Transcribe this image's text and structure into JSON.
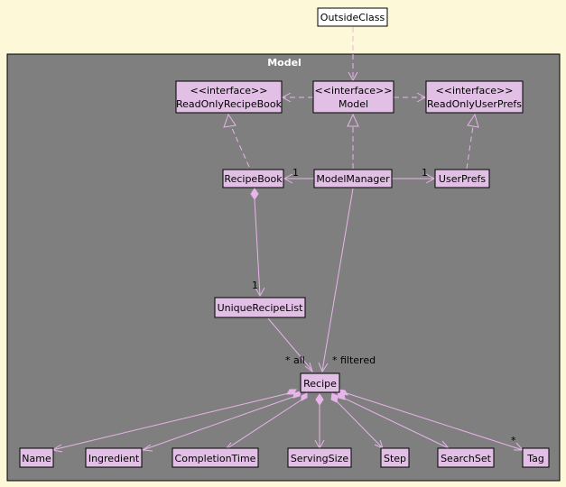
{
  "package": {
    "title": "Model"
  },
  "outside": {
    "name": "OutsideClass"
  },
  "interfaces": {
    "readonly_recipe_book": {
      "stereotype": "<<interface>>",
      "name": "ReadOnlyRecipeBook"
    },
    "model": {
      "stereotype": "<<interface>>",
      "name": "Model"
    },
    "readonly_user_prefs": {
      "stereotype": "<<interface>>",
      "name": "ReadOnlyUserPrefs"
    }
  },
  "classes": {
    "recipe_book": "RecipeBook",
    "model_manager": "ModelManager",
    "user_prefs": "UserPrefs",
    "unique_recipe_list": "UniqueRecipeList",
    "recipe": "Recipe"
  },
  "components": [
    "Name",
    "Ingredient",
    "CompletionTime",
    "ServingSize",
    "Step",
    "SearchSet",
    "Tag"
  ],
  "multiplicities": {
    "manager_to_book": "1",
    "manager_to_prefs": "1",
    "book_to_list": "1",
    "list_to_recipe": "* all",
    "manager_to_recipe": "* filtered",
    "recipe_to_tag": "*"
  },
  "colors": {
    "background": "#fdf8d8",
    "package_fill": "#7f7f7f",
    "class_fill": "#e2bfe5",
    "relation_line": "#e8b4ea"
  }
}
